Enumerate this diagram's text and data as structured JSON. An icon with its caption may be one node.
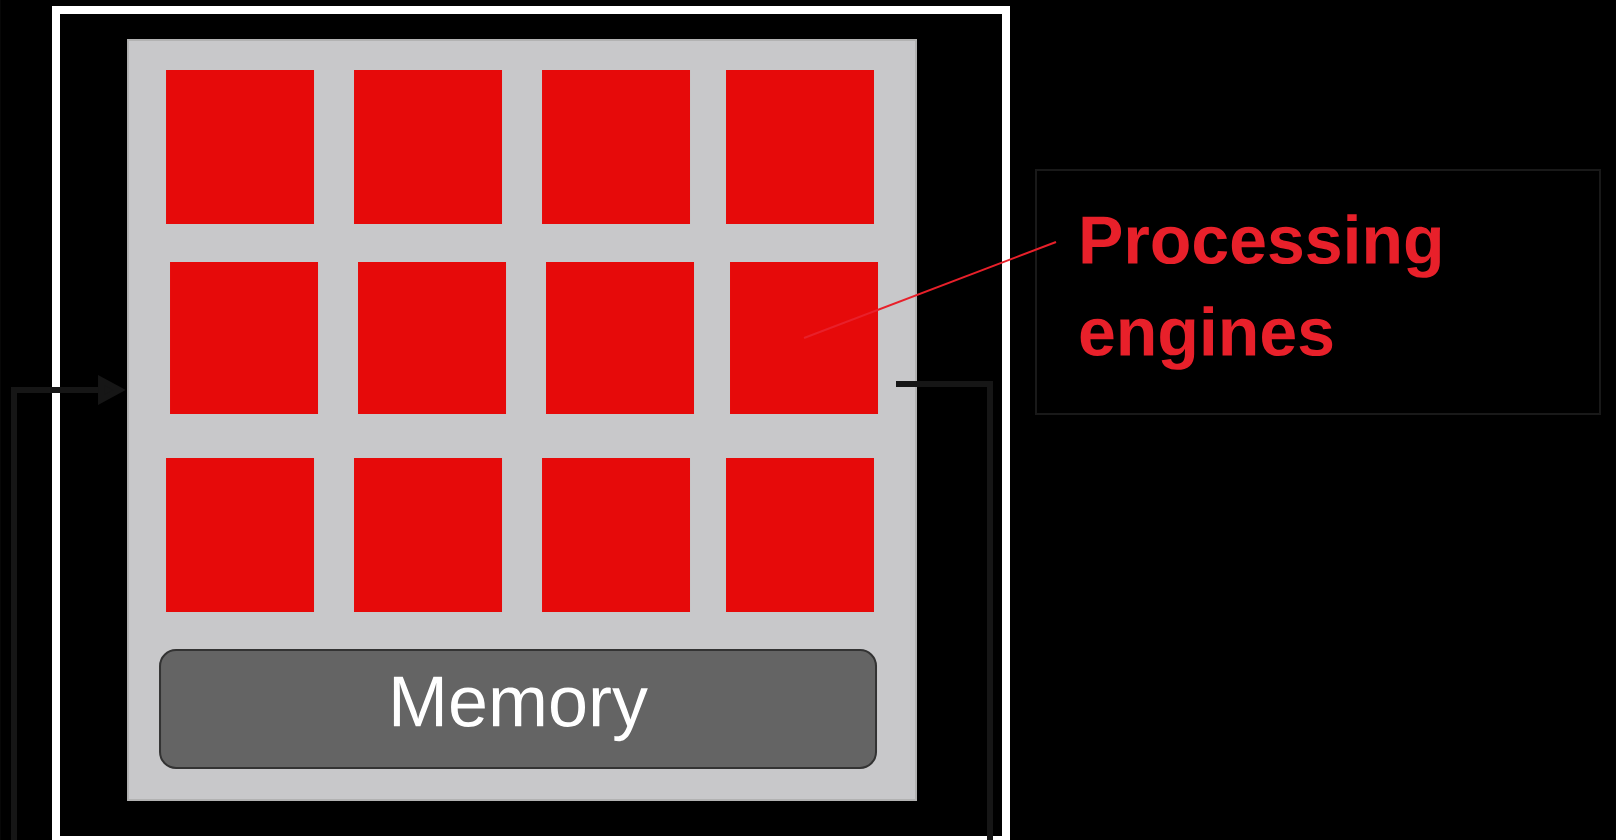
{
  "diagram": {
    "nodes": [
      {
        "text": [],
        "shape": "box"
      },
      {
        "text": [],
        "shape": "box",
        "in": 0
      },
      {
        "text": [],
        "shape": "box",
        "in": 1
      },
      {
        "text": [],
        "shape": "box",
        "in": 1
      },
      {
        "text": [],
        "shape": "box",
        "in": 1
      },
      {
        "text": [],
        "shape": "box",
        "in": 1
      },
      {
        "text": [],
        "shape": "box",
        "in": 1
      },
      {
        "text": [],
        "shape": "box",
        "in": 1
      },
      {
        "text": [],
        "shape": "box",
        "in": 1
      },
      {
        "text": [],
        "shape": "box",
        "in": 1
      },
      {
        "text": [],
        "shape": "box",
        "in": 1
      },
      {
        "text": [],
        "shape": "box",
        "in": 1
      },
      {
        "text": [],
        "shape": "box",
        "in": 1
      },
      {
        "text": [],
        "shape": "box",
        "in": 1
      },
      {
        "text": [
          "Memory"
        ],
        "in": 1
      },
      {
        "text": [
          "Processing engines"
        ]
      }
    ],
    "edges": [
      {
        "from": 15,
        "to": 9,
        "arrow": "none",
        "color": "#e8202a"
      },
      {
        "from": null,
        "to": 1,
        "arrow": "to"
      },
      {
        "from": 1,
        "to": null,
        "arrow": "none"
      }
    ]
  }
}
